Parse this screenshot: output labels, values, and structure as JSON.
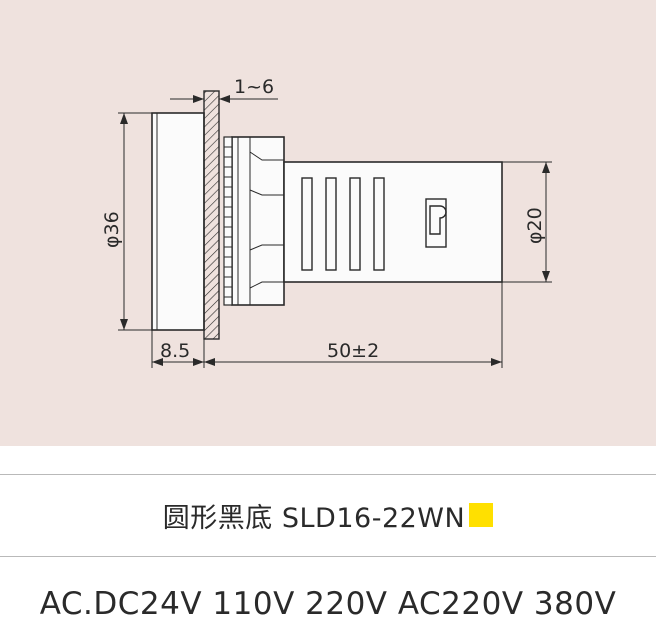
{
  "drawing": {
    "dim_panel_thickness": "1~6",
    "dim_body_diameter": "φ36",
    "dim_tube_diameter": "φ20",
    "dim_bezel_depth": "8.5",
    "dim_length": "50±2"
  },
  "product": {
    "title": "圆形黑底 SLD16-22WN",
    "swatch_color": "#ffe000"
  },
  "voltages": "AC.DC24V 110V 220V AC220V 380V",
  "colors": {
    "panel_bg": "#efe2de",
    "line": "#2a2a2a",
    "divider": "#b9b9b9"
  }
}
